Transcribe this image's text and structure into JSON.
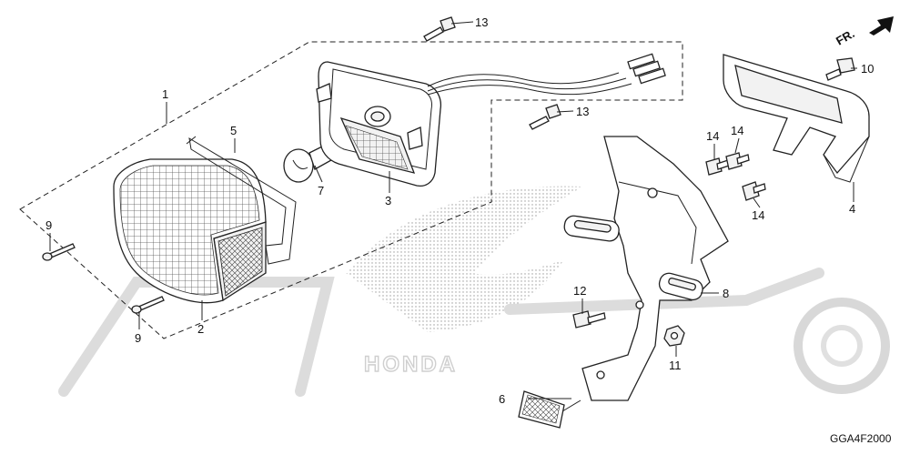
{
  "diagram": {
    "watermark_brand": "HONDA",
    "direction_label": "FR.",
    "diagram_code": "GGA4F2000",
    "callouts": {
      "c1": "1",
      "c2": "2",
      "c3": "3",
      "c4": "4",
      "c5": "5",
      "c6": "6",
      "c7": "7",
      "c8": "8",
      "c9a": "9",
      "c9b": "9",
      "c10": "10",
      "c11": "11",
      "c12": "12",
      "c13a": "13",
      "c13b": "13",
      "c14a": "14",
      "c14b": "14",
      "c14c": "14"
    },
    "icons": {
      "direction": "fr-arrow-icon",
      "brand": "honda-wing-logo"
    }
  }
}
